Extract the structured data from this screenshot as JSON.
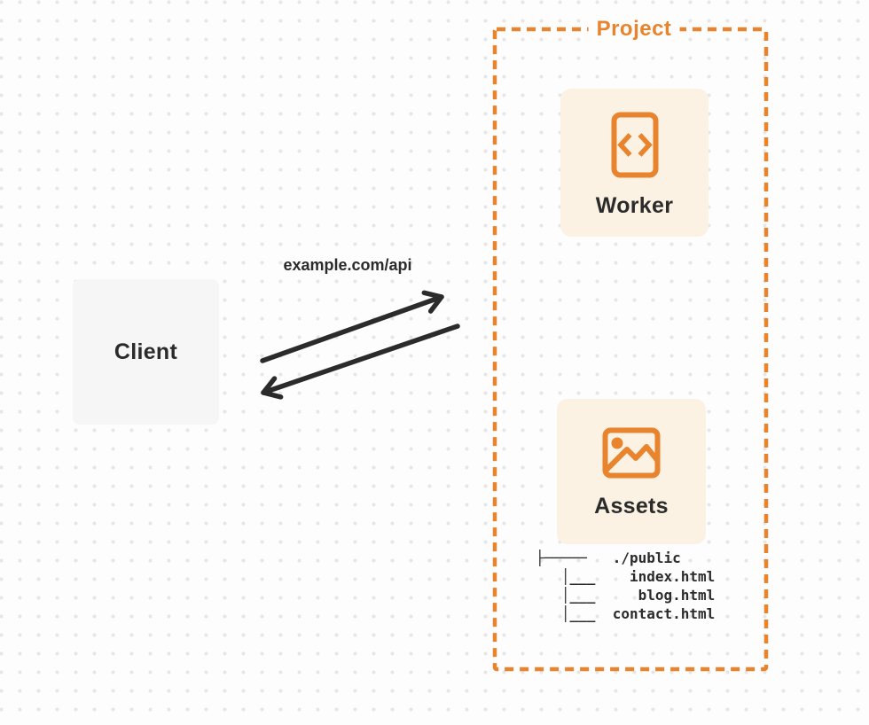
{
  "diagram": {
    "project": {
      "label": "Project"
    },
    "client": {
      "label": "Client"
    },
    "request_label": "example.com/api",
    "worker": {
      "label": "Worker"
    },
    "assets": {
      "label": "Assets"
    },
    "file_tree": {
      "lines": [
        "├─────   ./public",
        "   │___    index.html",
        "   │___     blog.html",
        "   │___  contact.html"
      ]
    },
    "colors": {
      "accent_orange": "#E8842D",
      "card_cream": "#FBF2E4",
      "client_gray": "#F6F6F7",
      "ink": "#2B2B2B",
      "dot_grid": "#E6E6E6"
    }
  }
}
